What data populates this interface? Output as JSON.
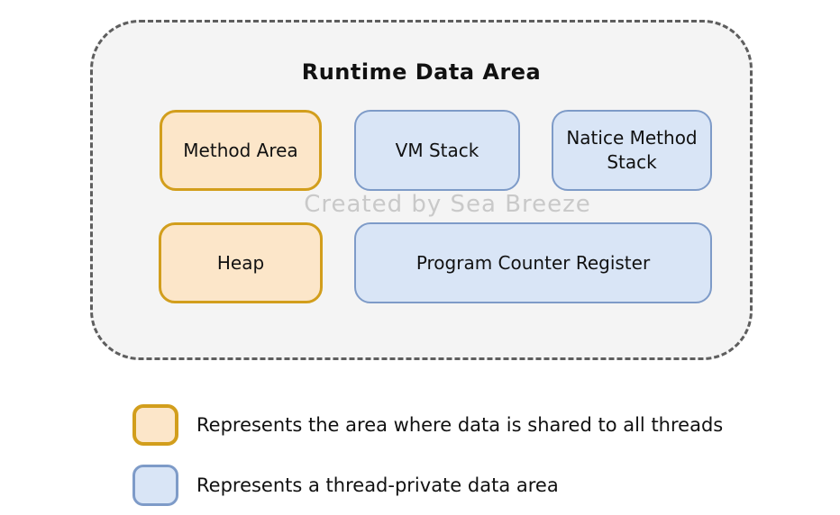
{
  "diagram": {
    "title": "Runtime Data Area",
    "watermark": "Created by Sea Breeze",
    "boxes": [
      {
        "id": "method-area",
        "label": "Method Area",
        "type": "shared"
      },
      {
        "id": "vm-stack",
        "label": "VM Stack",
        "type": "private"
      },
      {
        "id": "native-method-stack",
        "label": "Natice Method Stack",
        "type": "private"
      },
      {
        "id": "heap",
        "label": "Heap",
        "type": "shared"
      },
      {
        "id": "program-counter-register",
        "label": "Program Counter Register",
        "type": "private"
      }
    ]
  },
  "legend": {
    "items": [
      {
        "type": "shared",
        "label": "Represents the area where data is shared to all threads"
      },
      {
        "type": "private",
        "label": "Represents a thread-private data area"
      }
    ]
  },
  "colors": {
    "shared_fill": "#FCE6C9",
    "shared_border": "#D29E1C",
    "private_fill": "#D9E5F6",
    "private_border": "#7E9BC8",
    "container_fill": "#F4F4F4",
    "container_border": "#5E5E5E",
    "watermark_color": "#C9C9C9",
    "text_color": "#111111",
    "page_bg": "#FFFFFF"
  }
}
